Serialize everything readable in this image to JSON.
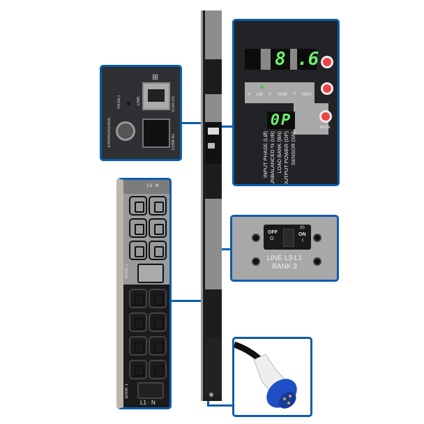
{
  "display_panel": {
    "digits_main": [
      "8",
      ".6"
    ],
    "indicator_labels": [
      "A",
      "kW",
      "V",
      "%UB",
      "T",
      "%RH"
    ],
    "active_indicator": "kW",
    "mode_label": "MODE",
    "digits_mode": "0P",
    "legend": [
      "INPUT PHASE (LØ)",
      "UNBALANCED % (UB)",
      "LOAD BANK (BN)",
      "OUTPUT POWER (OP)",
      "SENSOR (SN)"
    ],
    "digit_color": "#6cf06c"
  },
  "network_panel": {
    "reset_label": "RESET",
    "link_label": "LINK",
    "status_label": "STATUS",
    "envirosense_label": "ENVIROSENSE",
    "config_label": "CONFIG",
    "network_icon": "network-icon"
  },
  "outlet_panel": {
    "top_label": "L3 · N",
    "bank2_label": "BANK 2",
    "bank1_label": "BANK 1",
    "bottom_label": "L1 · N"
  },
  "breaker_panel": {
    "off_label": "OFF",
    "off_symbol": "O",
    "rating": "20",
    "on_label": "ON",
    "on_symbol": "I",
    "line_label": "LINE L3-L1",
    "bank_label": "BANK 3"
  },
  "plug_panel": {
    "plug_color": "#1f4fc4"
  },
  "accent_color": "#0b5cad"
}
